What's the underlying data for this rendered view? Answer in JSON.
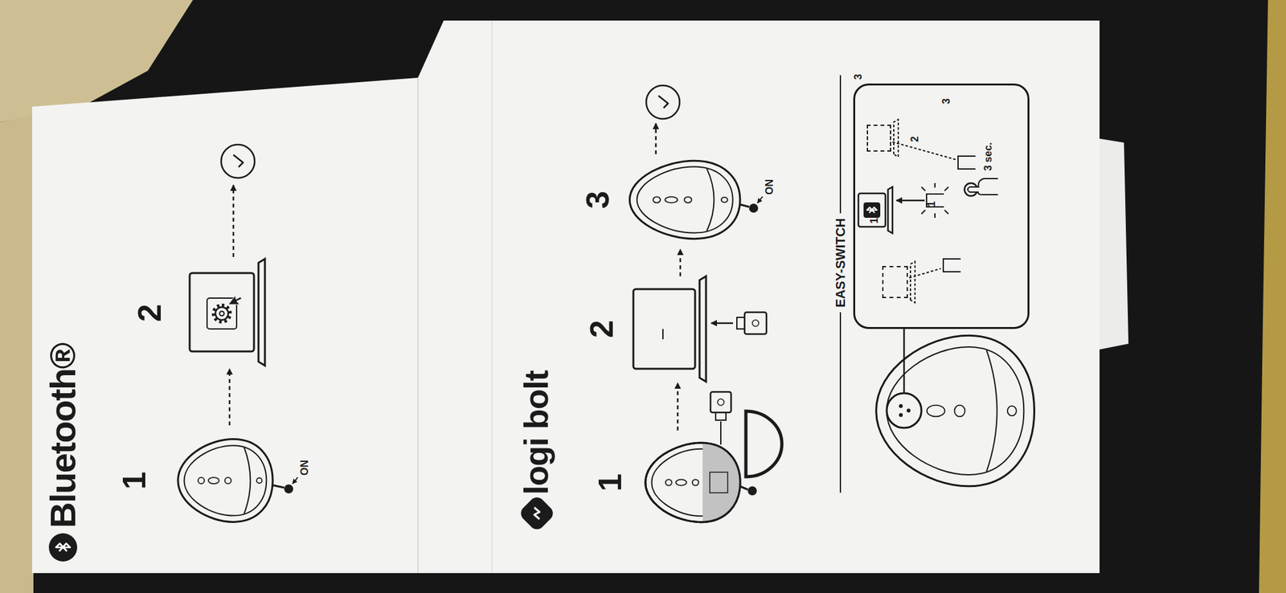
{
  "diagram": {
    "nodes": [
      {
        "text": [
          "EASY-SWITCH"
        ]
      },
      {
        "text": [
          "1"
        ],
        "in": 0
      },
      {
        "text": [
          "3"
        ],
        "in": 0
      },
      {
        "text": [
          "1"
        ],
        "in": 0
      },
      {
        "text": [
          "2"
        ],
        "in": 0
      },
      {
        "text": [
          "3"
        ],
        "in": 0
      }
    ],
    "edges": [
      {
        "from": 1,
        "to": 3,
        "arrow": "none"
      },
      {
        "from": 2,
        "to": 5,
        "arrow": "none"
      }
    ],
    "labels": [
      "Bluetooth®",
      "1",
      "2",
      "ON",
      "logi bolt",
      "1",
      "2",
      "3",
      "ON",
      "3 sec."
    ]
  }
}
